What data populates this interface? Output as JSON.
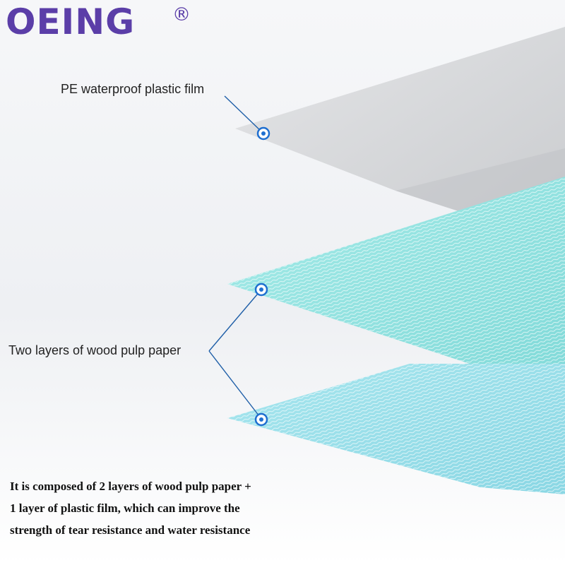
{
  "brand": {
    "name": "OEING",
    "registered_mark": "®",
    "color": "#5b3ea8"
  },
  "labels": {
    "pe_film": "PE waterproof plastic film",
    "wood_pulp": "Two layers of wood pulp paper"
  },
  "description": {
    "lines": [
      "It is composed of 2 layers of wood pulp paper +",
      "1 layer of plastic film, which can improve the",
      "strength of tear resistance and water resistance"
    ]
  },
  "colors": {
    "film": "#d6d8db",
    "paper": "#8ee0de",
    "pointer": "#1f5fa8"
  }
}
